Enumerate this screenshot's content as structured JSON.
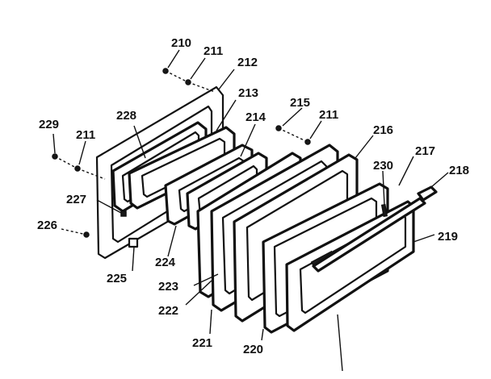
{
  "callouts": {
    "c210": "210",
    "c211a": "211",
    "c212": "212",
    "c213": "213",
    "c214": "214",
    "c215": "215",
    "c211b": "211",
    "c216": "216",
    "c217": "217",
    "c218": "218",
    "c219": "219",
    "c220": "220",
    "c221": "221",
    "c222": "222",
    "c223": "223",
    "c224": "224",
    "c225": "225",
    "c226": "226",
    "c227": "227",
    "c228": "228",
    "c229": "229",
    "c211c": "211",
    "c230": "230"
  }
}
